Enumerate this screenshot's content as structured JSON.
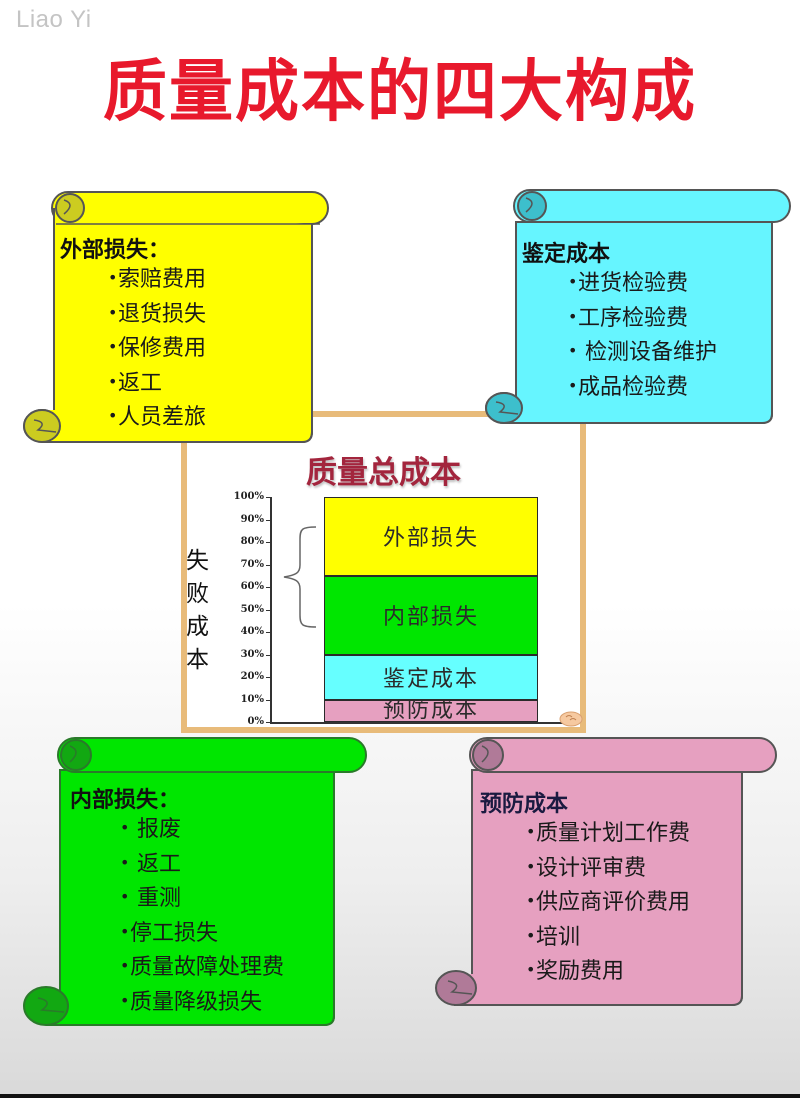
{
  "watermark": "Liao Yi",
  "title": "质量成本的四大构成",
  "colors": {
    "title_red": "#e8192c",
    "center_title": "#a3253d",
    "frame": "#e8bb7a",
    "yellow": "#ffff00",
    "cyan": "#66ffff",
    "green": "#00e600",
    "pink": "#e6a0c0"
  },
  "scrolls": {
    "external_failure": {
      "heading": "外部损失：",
      "items": [
        "索赔费用",
        "退货损失",
        "保修费用",
        "返工",
        "人员差旅"
      ]
    },
    "appraisal": {
      "heading": "鉴定成本",
      "items": [
        "进货检验费",
        "工序检验费",
        " 检测设备维护",
        "成品检验费"
      ]
    },
    "internal_failure": {
      "heading": "内部损失：",
      "items": [
        " 报废",
        " 返工",
        " 重测",
        "停工损失",
        "质量故障处理费",
        "质量降级损失"
      ]
    },
    "prevention": {
      "heading": "预防成本",
      "items": [
        "质量计划工作费",
        "设计评审费",
        "供应商评价费用",
        "培训",
        "奖励费用"
      ]
    }
  },
  "bullet": "•",
  "center": {
    "title": "质量总成本",
    "failure_cost_label": [
      "失",
      "败",
      "成",
      "本"
    ]
  },
  "chart_data": {
    "type": "bar",
    "stacked": true,
    "title": "质量总成本",
    "xlabel": "",
    "ylabel": "",
    "ylim": [
      0,
      100
    ],
    "y_ticks": [
      "0%",
      "10%",
      "20%",
      "30%",
      "40%",
      "50%",
      "60%",
      "70%",
      "80%",
      "90%",
      "100%"
    ],
    "categories": [
      "质量总成本"
    ],
    "series": [
      {
        "name": "预防成本",
        "values": [
          10
        ],
        "color": "#e6a0c0"
      },
      {
        "name": "鉴定成本",
        "values": [
          20
        ],
        "color": "#66ffff"
      },
      {
        "name": "内部损失",
        "values": [
          35
        ],
        "color": "#00e600"
      },
      {
        "name": "外部损失",
        "values": [
          35
        ],
        "color": "#ffff00"
      }
    ],
    "annotations": [
      {
        "text": "失败成本",
        "spans": [
          "内部损失",
          "外部损失"
        ],
        "type": "brace"
      }
    ],
    "grid": false,
    "legend": "none (labels inside segments)"
  }
}
